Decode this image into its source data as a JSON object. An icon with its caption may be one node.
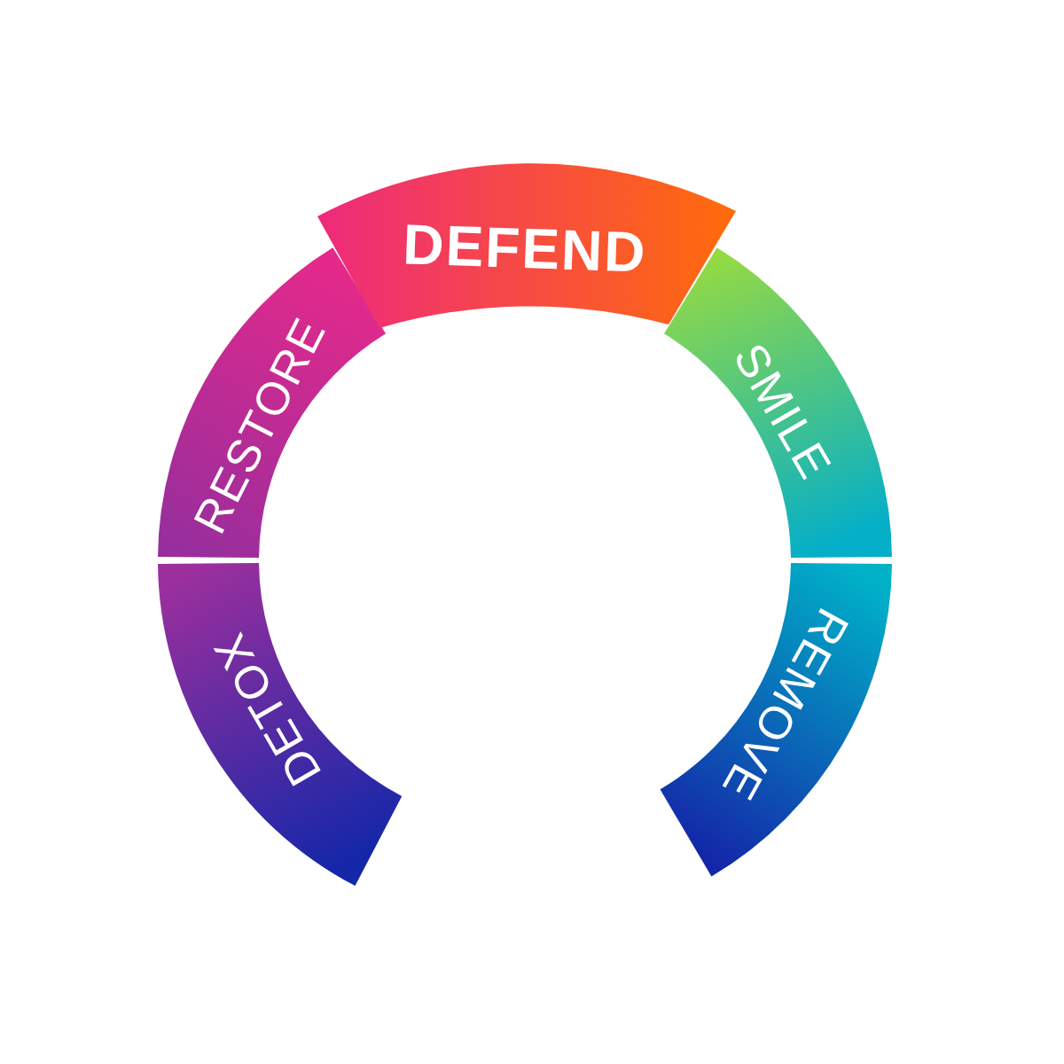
{
  "diagram": {
    "nodes": [
      {
        "text": [
          "DETOX"
        ]
      },
      {
        "text": [
          "RESTORE"
        ]
      },
      {
        "text": [
          "DEFEND"
        ]
      },
      {
        "text": [
          "SMILE"
        ]
      },
      {
        "text": [
          "REMOVE"
        ]
      }
    ]
  }
}
